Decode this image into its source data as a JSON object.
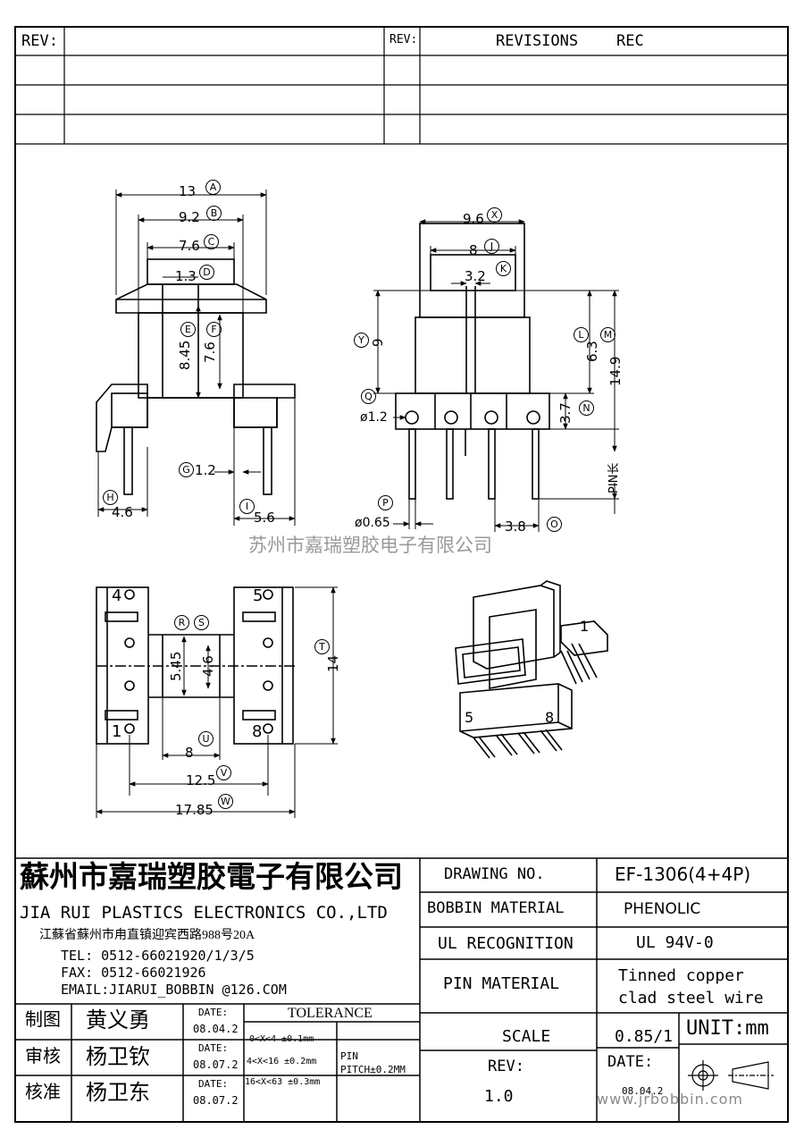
{
  "revisions_header": {
    "rev_label_left": "REV:",
    "rev_label_right": "REV:",
    "revisions": "REVISIONS",
    "rec": "REC"
  },
  "top_view": {
    "dim_a": "13",
    "tag_a": "A",
    "dim_b": "9.2",
    "tag_b": "B",
    "dim_c": "7.6",
    "tag_c": "C",
    "dim_d": "1.3",
    "tag_d": "D",
    "dim_e": "8.45",
    "tag_e": "E",
    "dim_f": "7.6",
    "tag_f": "F",
    "dim_g": "1.2",
    "tag_g": "G",
    "dim_h": "4.6",
    "tag_h": "H",
    "dim_i": "5.6",
    "tag_i": "I"
  },
  "side_view": {
    "dim_x": "9.6",
    "tag_x": "X",
    "dim_j": "8",
    "tag_j": "J",
    "dim_k": "3.2",
    "tag_k": "K",
    "dim_y": "9",
    "tag_y": "Y",
    "dim_l": "6.3",
    "tag_l": "L",
    "dim_m": "14.9",
    "tag_m": "M",
    "dim_n": "3.7",
    "tag_n": "N",
    "dim_q": "ø1.2",
    "tag_q": "Q",
    "dim_p": "ø0.65",
    "tag_p": "P",
    "dim_o": "3.8",
    "tag_o": "O",
    "pin_label": "PIN长"
  },
  "watermark_cn": "苏州市嘉瑞塑胶电子有限公司",
  "bottom_view": {
    "pin4": "4",
    "pin5": "5",
    "pin1": "1",
    "pin8": "8",
    "tag_r": "R",
    "tag_s": "S",
    "dim_545": "5.45",
    "dim_46": "4.6",
    "dim_t": "14",
    "tag_t": "T",
    "dim_u": "8",
    "tag_u": "U",
    "dim_v": "12.5",
    "tag_v": "V",
    "dim_w": "17.85",
    "tag_w": "W"
  },
  "iso_view": {
    "pin1": "1",
    "pin5": "5",
    "pin8": "8"
  },
  "title_block": {
    "company_cn": "蘇州市嘉瑞塑胶電子有限公司",
    "company_en": "JIA RUI PLASTICS ELECTRONICS CO.,LTD",
    "address": "江蘇省蘇州市甪直镇迎宾西路988号20A",
    "tel": "TEL: 0512-66021920/1/3/5",
    "fax": "FAX: 0512-66021926",
    "email": "EMAIL:JIARUI_BOBBIN @126.COM",
    "drawing_no_label": "DRAWING  NO.",
    "drawing_no_value": "EF-1306(4+4P)",
    "bobbin_material_label": "BOBBIN  MATERIAL",
    "bobbin_material_value": "PHENOLIC",
    "ul_label": "UL RECOGNITION",
    "ul_value": "UL 94V-0",
    "pin_material_label": "PIN MATERIAL",
    "pin_material_value_1": "Tinned copper",
    "pin_material_value_2": "clad steel wire",
    "scale_label": "SCALE",
    "scale_value": "0.85/1",
    "unit": "UNIT:mm",
    "rev_label": "REV:",
    "rev_value": "1.0",
    "date_label": "DATE:",
    "date_value": "08.04.2",
    "website": "www.jrbobbin.com",
    "tolerance_label": "TOLERANCE",
    "tol_1": "0<X<4  ±0.1mm",
    "tol_2": "4<X<16 ±0.2mm",
    "tol_3": "16<X<63 ±0.3mm",
    "pin_pitch_1": "PIN",
    "pin_pitch_2": "PITCH±0.2MM",
    "rows": [
      {
        "role": "制图",
        "name": "黄义勇",
        "date_label": "DATE:",
        "date": "08.04.2"
      },
      {
        "role": "审核",
        "name": "杨卫钦",
        "date_label": "DATE:",
        "date": "08.07.2"
      },
      {
        "role": "核准",
        "name": "杨卫东",
        "date_label": "DATE:",
        "date": "08.07.2"
      }
    ]
  }
}
